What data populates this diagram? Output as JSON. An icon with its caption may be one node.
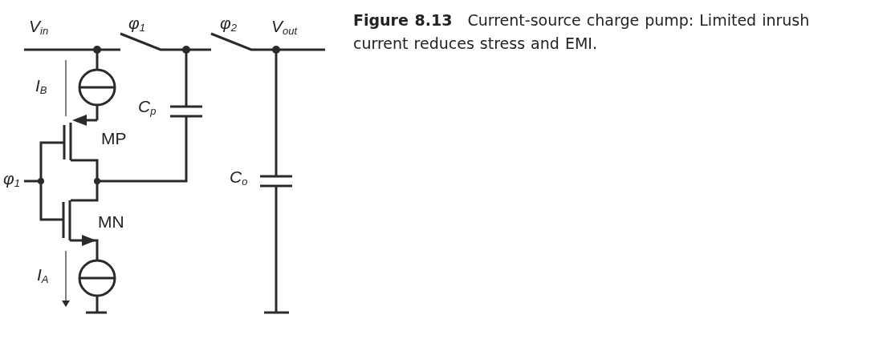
{
  "diagram": {
    "caption": "**Figure 8.13** Current-source charge pump: Limited inrush current reduces stress and EMI.",
    "labels": [
      "V$_{in}$",
      "φ$_{1}$",
      "φ$_{2}$",
      "V$_{out}$",
      "I$_{B}$",
      "C$_{p}$",
      "MP",
      "φ$_{1}$",
      "C$_{o}$",
      "MN",
      "I$_{A}$"
    ]
  }
}
